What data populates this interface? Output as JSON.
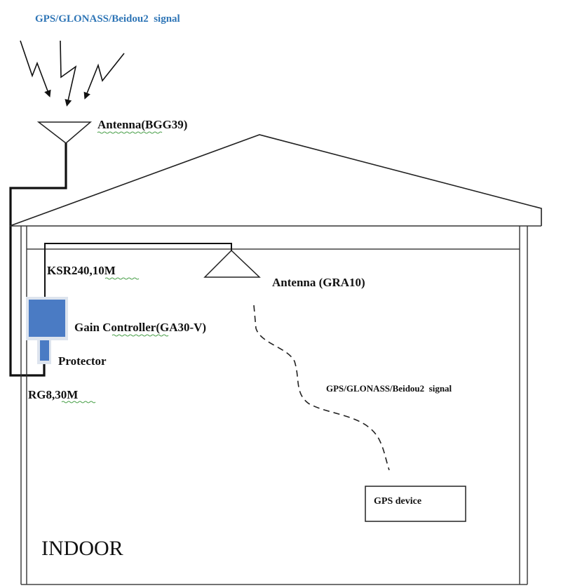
{
  "diagram": {
    "title_signal": "GPS/GLONASS/Beidou2  signal",
    "outdoor_antenna": "Antenna(BGG39)",
    "indoor_cable": "KSR240,10M",
    "indoor_antenna": "Antenna (GRA10)",
    "gain_controller": "Gain Controller(GA30-V)",
    "protector": "Protector",
    "outdoor_cable": "RG8,30M",
    "indoor_signal": "GPS/GLONASS/Beidou2  signal",
    "gps_device": "GPS device",
    "indoor_label": "INDOOR",
    "colors": {
      "title_text": "#2e75b6",
      "device_fill": "#4a7bc4",
      "device_border": "#dde4ee",
      "line": "#222222"
    }
  }
}
